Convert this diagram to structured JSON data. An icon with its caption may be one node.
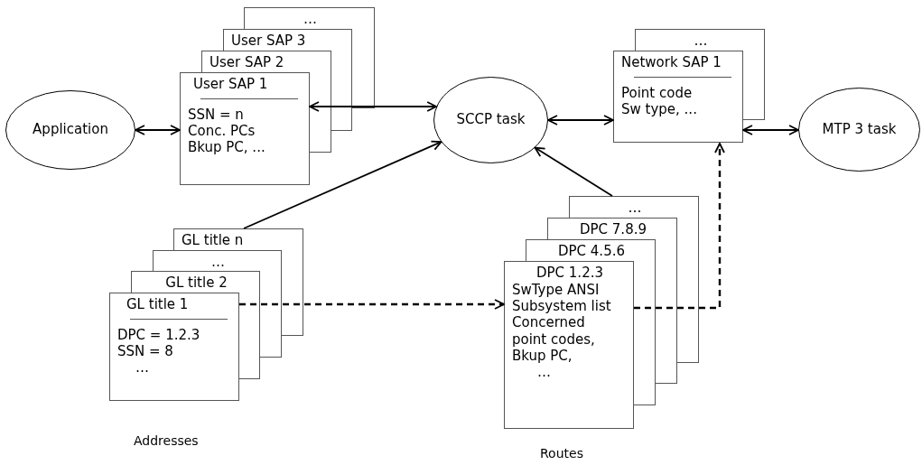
{
  "diagram": {
    "nodes": [
      {
        "text": [
          "Application"
        ]
      },
      {
        "text": [
          "…"
        ]
      },
      {
        "text": [
          "User SAP 3"
        ]
      },
      {
        "text": [
          "User SAP 2"
        ]
      },
      {
        "text": [
          "User SAP 1",
          "SSN = n",
          "Conc. PCs",
          "Bkup PC, ..."
        ]
      },
      {
        "text": [
          "SCCP task"
        ]
      },
      {
        "text": [
          "…"
        ]
      },
      {
        "text": [
          "Network SAP 1",
          "Point code",
          "Sw type, ..."
        ]
      },
      {
        "text": [
          "MTP 3 task"
        ]
      },
      {
        "text": [
          "GL title n"
        ]
      },
      {
        "text": [
          "…"
        ]
      },
      {
        "text": [
          "GL title 2"
        ]
      },
      {
        "text": [
          "GL title 1",
          "DPC = 1.2.3",
          "SSN = 8",
          "…"
        ]
      },
      {
        "text": [
          "…"
        ]
      },
      {
        "text": [
          "DPC 7.8.9"
        ]
      },
      {
        "text": [
          "DPC 4.5.6"
        ]
      },
      {
        "text": [
          "DPC 1.2.3",
          "SwType ANSI",
          "Subsystem list",
          "Concerned point codes,",
          "Bkup PC,",
          "…"
        ]
      }
    ],
    "edges": [
      {
        "from": 0,
        "to": 4,
        "arrow": "both"
      },
      {
        "from": 4,
        "to": 5,
        "arrow": "both"
      },
      {
        "from": 5,
        "to": 7,
        "arrow": "both"
      },
      {
        "from": 7,
        "to": 8,
        "arrow": "both"
      },
      {
        "from": 9,
        "to": 5,
        "arrow": "to"
      },
      {
        "from": 13,
        "to": 5,
        "arrow": "to"
      },
      {
        "from": 12,
        "to": 16,
        "arrow": "to",
        "style": "dashed"
      },
      {
        "from": 16,
        "to": 7,
        "arrow": "to",
        "style": "dashed"
      }
    ],
    "labels": [
      "Addresses",
      "Routes"
    ]
  }
}
